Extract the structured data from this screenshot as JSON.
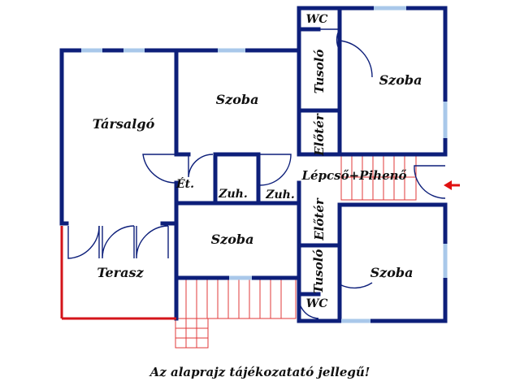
{
  "rooms": {
    "tarsalgo": "Társalgó",
    "szoba_top_mid": "Szoba",
    "szoba_top_right": "Szoba",
    "wc_top": "WC",
    "tusolo_top": "Tusoló",
    "eloter_top": "Előtér",
    "lepcso_piheno": "Lépcső+Pihenő",
    "et": "Ét.",
    "zuh_left": "Zuh.",
    "zuh_right": "Zuh.",
    "eloter_bottom": "Előtér",
    "szoba_bottom_mid": "Szoba",
    "terasz": "Terasz",
    "tusolo_bottom": "Tusoló",
    "szoba_bottom_right": "Szoba",
    "wc_bottom": "WC"
  },
  "note": "Az alaprajz tájékozatató jellegű!",
  "colors": {
    "wall": "#0d1f7a",
    "window": "#a9c8ea",
    "terrace_edge": "#d4141a",
    "stairs": "#e23a3a",
    "entrance_arrow": "#e01010"
  }
}
